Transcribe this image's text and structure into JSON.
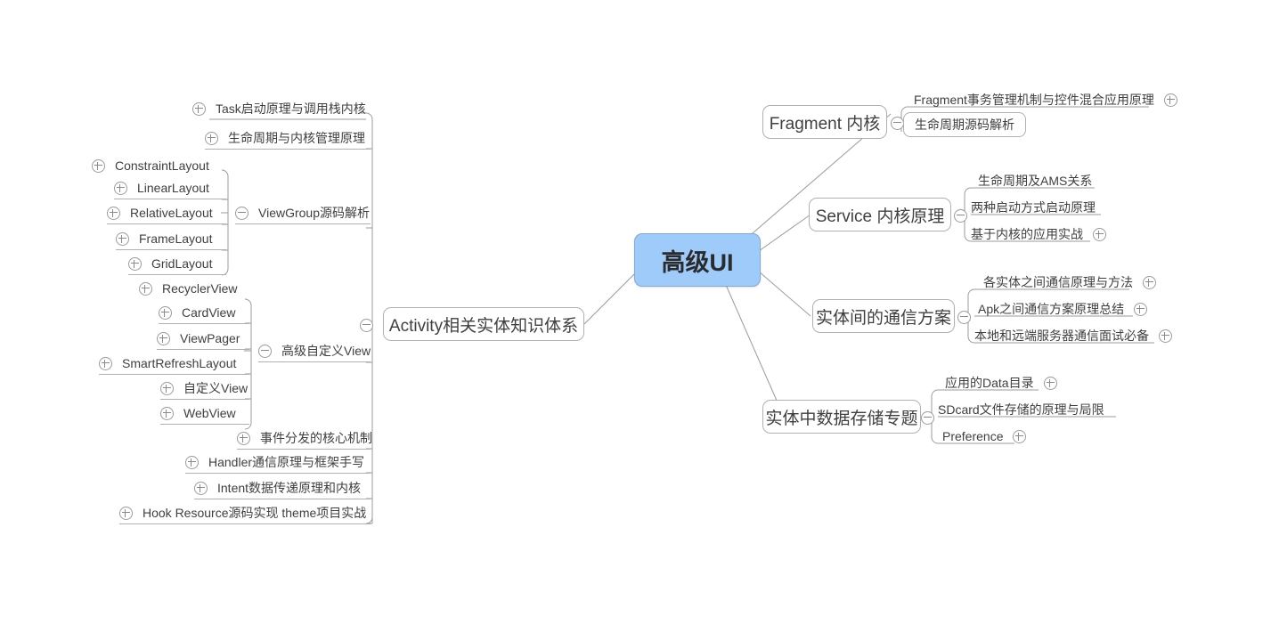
{
  "mindmap": {
    "root": {
      "label": "高级UI",
      "fill": "#9fcbfb",
      "border": "#7ea9d6"
    },
    "icons": {
      "expand": "plus-circle-icon",
      "collapse": "minus-circle-icon"
    },
    "line_color": "#9b9b9b",
    "branches": {
      "left": [
        {
          "label": "Activity相关实体知识体系",
          "state": "collapse",
          "children": [
            {
              "label": "Task启动原理与调用栈内核",
              "state": "expand"
            },
            {
              "label": "生命周期与内核管理原理",
              "state": "expand"
            },
            {
              "label": "ViewGroup源码解析",
              "state": "collapse",
              "children": [
                {
                  "label": "ConstraintLayout",
                  "state": "expand"
                },
                {
                  "label": "LinearLayout",
                  "state": "expand"
                },
                {
                  "label": "RelativeLayout",
                  "state": "expand"
                },
                {
                  "label": "FrameLayout",
                  "state": "expand"
                },
                {
                  "label": "GridLayout",
                  "state": "expand"
                }
              ]
            },
            {
              "label": "高级自定义View",
              "state": "collapse",
              "children": [
                {
                  "label": "RecyclerView",
                  "state": "expand"
                },
                {
                  "label": "CardView",
                  "state": "expand"
                },
                {
                  "label": "ViewPager",
                  "state": "expand"
                },
                {
                  "label": "SmartRefreshLayout",
                  "state": "expand"
                },
                {
                  "label": "自定义View",
                  "state": "expand"
                },
                {
                  "label": "WebView",
                  "state": "expand"
                }
              ]
            },
            {
              "label": "事件分发的核心机制",
              "state": "expand"
            },
            {
              "label": "Handler通信原理与框架手写",
              "state": "expand"
            },
            {
              "label": "Intent数据传递原理和内核",
              "state": "expand"
            },
            {
              "label": "Hook Resource源码实现 theme项目实战",
              "state": "expand"
            }
          ]
        }
      ],
      "right": [
        {
          "label": "Fragment 内核",
          "state": "collapse",
          "children": [
            {
              "label": "Fragment事务管理机制与控件混合应用原理",
              "state": "expand"
            },
            {
              "label": "生命周期源码解析",
              "state": "none"
            }
          ]
        },
        {
          "label": "Service 内核原理",
          "state": "collapse",
          "children": [
            {
              "label": "生命周期及AMS关系",
              "state": "none"
            },
            {
              "label": "两种启动方式启动原理",
              "state": "none"
            },
            {
              "label": "基于内核的应用实战",
              "state": "expand"
            }
          ]
        },
        {
          "label": "实体间的通信方案",
          "state": "collapse",
          "children": [
            {
              "label": "各实体之间通信原理与方法",
              "state": "expand"
            },
            {
              "label": "Apk之间通信方案原理总结",
              "state": "expand"
            },
            {
              "label": "本地和远端服务器通信面试必备",
              "state": "expand"
            }
          ]
        },
        {
          "label": "实体中数据存储专题",
          "state": "collapse",
          "children": [
            {
              "label": "应用的Data目录",
              "state": "expand"
            },
            {
              "label": "SDcard文件存储的原理与局限",
              "state": "none"
            },
            {
              "label": "Preference",
              "state": "expand"
            }
          ]
        }
      ]
    }
  }
}
